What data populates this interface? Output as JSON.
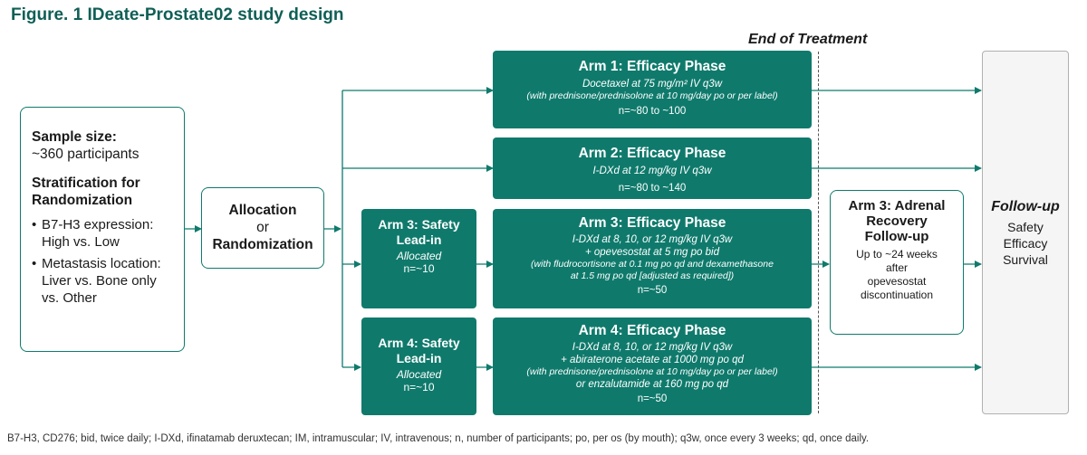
{
  "title": "Figure. 1 IDeate-Prostate02 study design",
  "end_of_treatment": "End of Treatment",
  "left_box": {
    "sample_size_label": "Sample size:",
    "sample_size_value": "~360 participants",
    "stratification_label": "Stratification for Randomization",
    "bullets": [
      "B7-H3 expression: High vs. Low",
      "Metastasis location: Liver vs. Bone only vs. Other"
    ]
  },
  "allocation": {
    "line1": "Allocation",
    "line2": "or",
    "line3": "Randomization"
  },
  "arm1": {
    "title": "Arm 1: Efficacy Phase",
    "line1": "Docetaxel at 75 mg/m² IV q3w",
    "line2": "(with prednisone/prednisolone at 10 mg/day po or per label)",
    "n": "n=~80 to ~100"
  },
  "arm2": {
    "title": "Arm 2: Efficacy Phase",
    "line1": "I-DXd at 12 mg/kg IV q3w",
    "n": "n=~80 to ~140"
  },
  "arm3_lead": {
    "title": "Arm 3: Safety Lead-in",
    "allocated": "Allocated",
    "n": "n=~10"
  },
  "arm3": {
    "title": "Arm 3: Efficacy Phase",
    "line1": "I-DXd at 8, 10, or 12 mg/kg IV q3w",
    "line2": "+  opevesostat at 5 mg po bid",
    "line3": "(with fludrocortisone at 0.1 mg po qd and dexamethasone",
    "line4": "at 1.5 mg po qd [adjusted as required])",
    "n": "n=~50"
  },
  "arm4_lead": {
    "title": "Arm 4: Safety Lead-in",
    "allocated": "Allocated",
    "n": "n=~10"
  },
  "arm4": {
    "title": "Arm 4: Efficacy Phase",
    "line1": "I-DXd at 8, 10, or 12 mg/kg IV q3w",
    "line2": "+ abiraterone acetate at 1000 mg po qd",
    "line3": "(with prednisone/prednisolone at 10 mg/day po or per label)",
    "line4": "or enzalutamide at 160 mg po qd",
    "n": "n=~50"
  },
  "adrenal": {
    "title": "Arm 3: Adrenal Recovery Follow-up",
    "line1": "Up to ~24 weeks",
    "line2": "after",
    "line3": "opevesostat",
    "line4": "discontinuation"
  },
  "followup": {
    "title": "Follow-up",
    "items": [
      "Safety",
      "Efficacy",
      "Survival"
    ]
  },
  "footnote": "B7-H3, CD276; bid, twice daily; I-DXd, ifinatamab deruxtecan; IM, intramuscular; IV, intravenous; n, number of participants; po, per os (by mouth); q3w, once every 3 weeks; qd, once daily.",
  "colors": {
    "teal": "#0f7a6c",
    "title_teal": "#0f5f56",
    "grey_box": "#f5f5f5"
  }
}
